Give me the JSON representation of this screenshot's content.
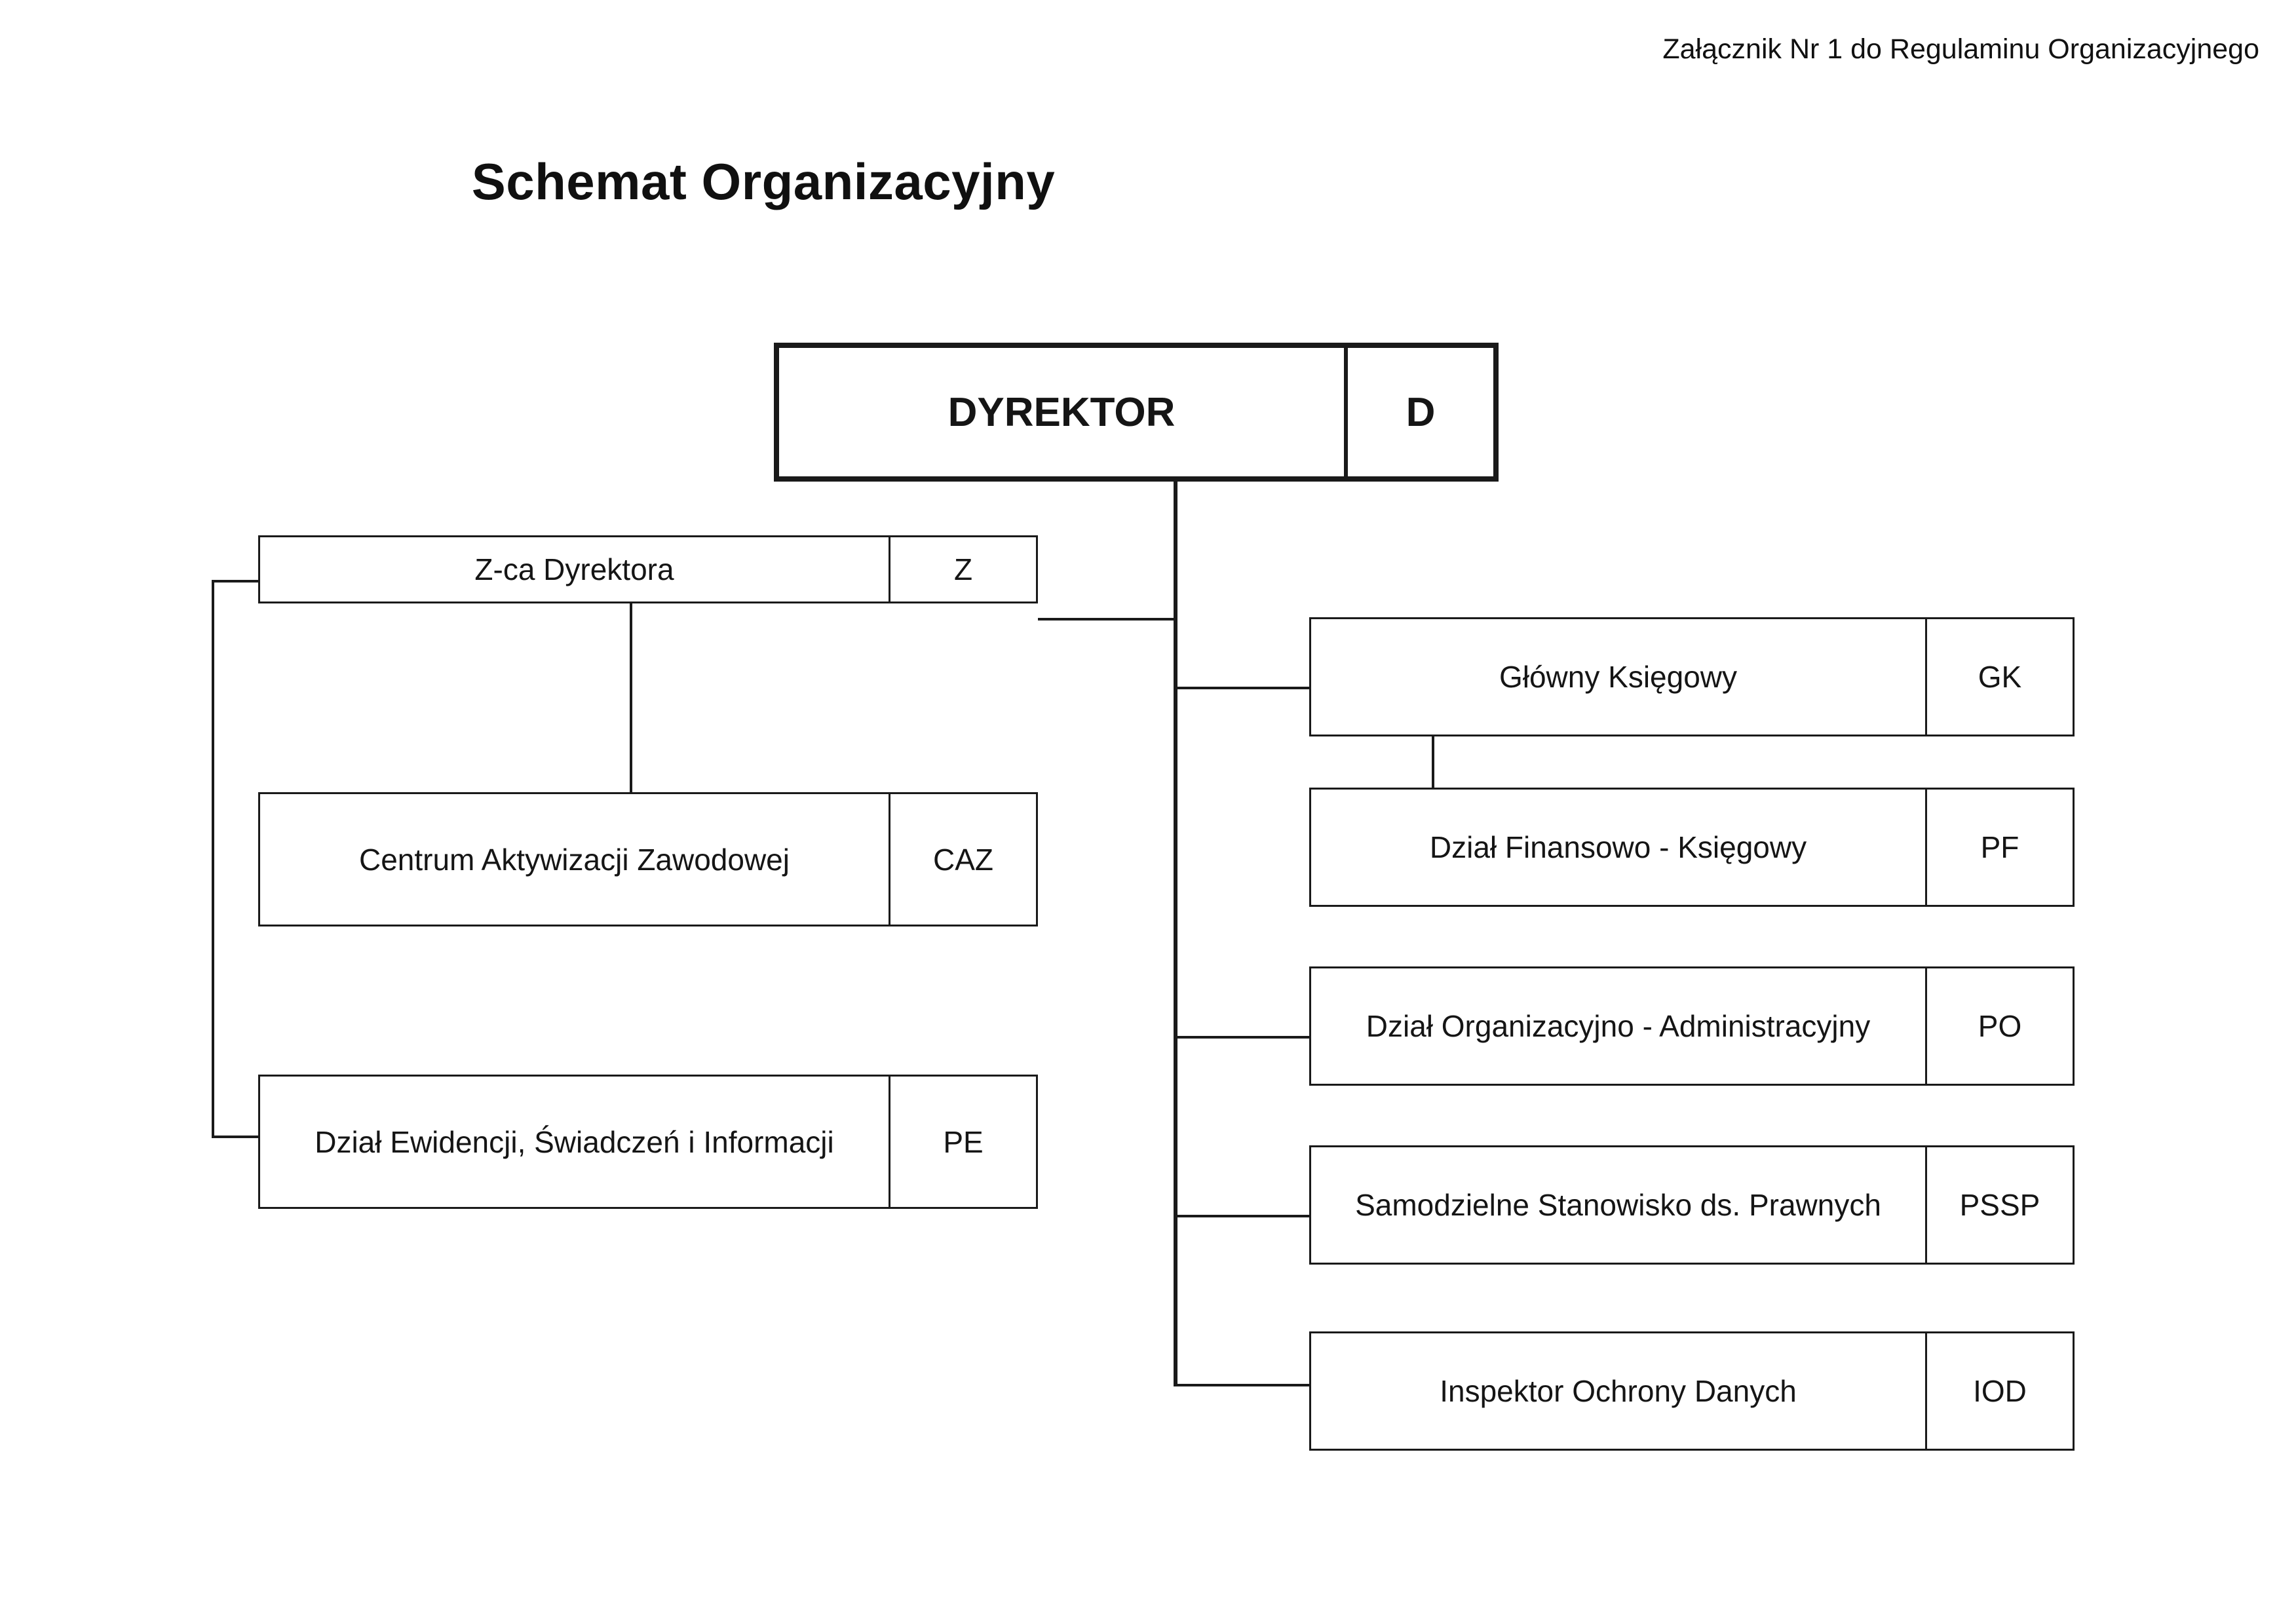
{
  "document": {
    "note": "Załącznik Nr 1 do Regulaminu Organizacyjnego",
    "title": "Schemat Organizacyjny"
  },
  "chart_data": {
    "type": "diagram",
    "diagram_kind": "organizational-chart",
    "title": "Schemat Organizacyjny",
    "nodes": [
      {
        "id": "D",
        "label": "DYREKTOR",
        "code": "D",
        "level": 0
      },
      {
        "id": "Z",
        "label": "Z-ca Dyrektora",
        "code": "Z",
        "level": 1
      },
      {
        "id": "CAZ",
        "label": "Centrum Aktywizacji Zawodowej",
        "code": "CAZ",
        "level": 2
      },
      {
        "id": "PE",
        "label": "Dział Ewidencji, Świadczeń i Informacji",
        "code": "PE",
        "level": 2
      },
      {
        "id": "GK",
        "label": "Główny Księgowy",
        "code": "GK",
        "level": 1
      },
      {
        "id": "PF",
        "label": "Dział Finansowo - Księgowy",
        "code": "PF",
        "level": 2
      },
      {
        "id": "PO",
        "label": "Dział Organizacyjno - Administracyjny",
        "code": "PO",
        "level": 1
      },
      {
        "id": "PSSP",
        "label": "Samodzielne Stanowisko ds. Prawnych",
        "code": "PSSP",
        "level": 1
      },
      {
        "id": "IOD",
        "label": "Inspektor Ochrony Danych",
        "code": "IOD",
        "level": 1
      }
    ],
    "edges": [
      {
        "from": "D",
        "to": "Z"
      },
      {
        "from": "D",
        "to": "GK"
      },
      {
        "from": "D",
        "to": "PO"
      },
      {
        "from": "D",
        "to": "PSSP"
      },
      {
        "from": "D",
        "to": "IOD"
      },
      {
        "from": "Z",
        "to": "CAZ"
      },
      {
        "from": "Z",
        "to": "PE"
      },
      {
        "from": "GK",
        "to": "PF"
      }
    ],
    "colors": {
      "line": "#1a1a1a",
      "box_fill": "#ffffff",
      "text": "#151515"
    }
  },
  "nodes": {
    "dyrektor": {
      "label": "DYREKTOR",
      "code": "D"
    },
    "zca": {
      "label": "Z-ca Dyrektora",
      "code": "Z"
    },
    "caz": {
      "label": "Centrum Aktywizacji Zawodowej",
      "code": "CAZ"
    },
    "pe": {
      "label": "Dział Ewidencji, Świadczeń i Informacji",
      "code": "PE"
    },
    "gk": {
      "label": "Główny Księgowy",
      "code": "GK"
    },
    "pf": {
      "label": "Dział Finansowo - Księgowy",
      "code": "PF"
    },
    "po": {
      "label": "Dział Organizacyjno - Administracyjny",
      "code": "PO"
    },
    "pssp": {
      "label": "Samodzielne Stanowisko ds. Prawnych",
      "code": "PSSP"
    },
    "iod": {
      "label": "Inspektor Ochrony Danych",
      "code": "IOD"
    }
  }
}
